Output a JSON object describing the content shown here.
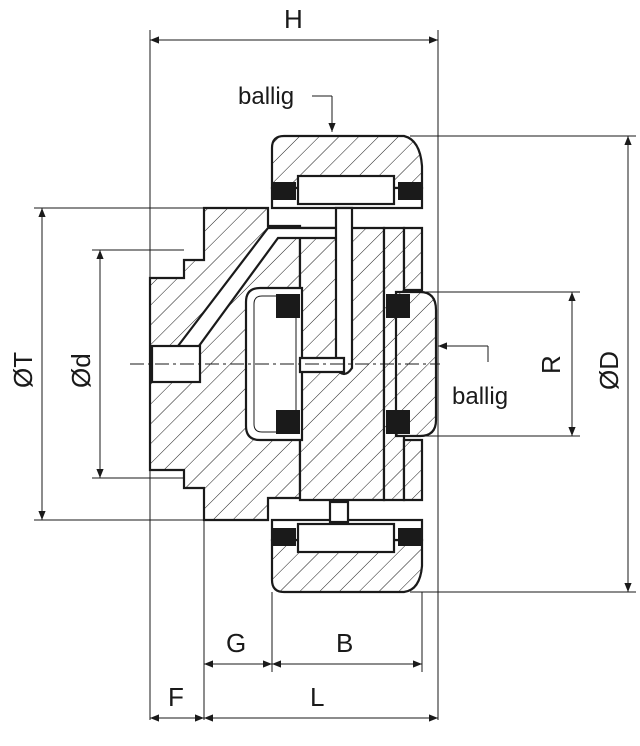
{
  "labels": {
    "H": "H",
    "ballig_top": "ballig",
    "ballig_right": "ballig",
    "R": "R",
    "OD": "ØD",
    "OT": "ØT",
    "Od": "Ød",
    "G": "G",
    "B": "B",
    "F": "F",
    "L": "L"
  }
}
